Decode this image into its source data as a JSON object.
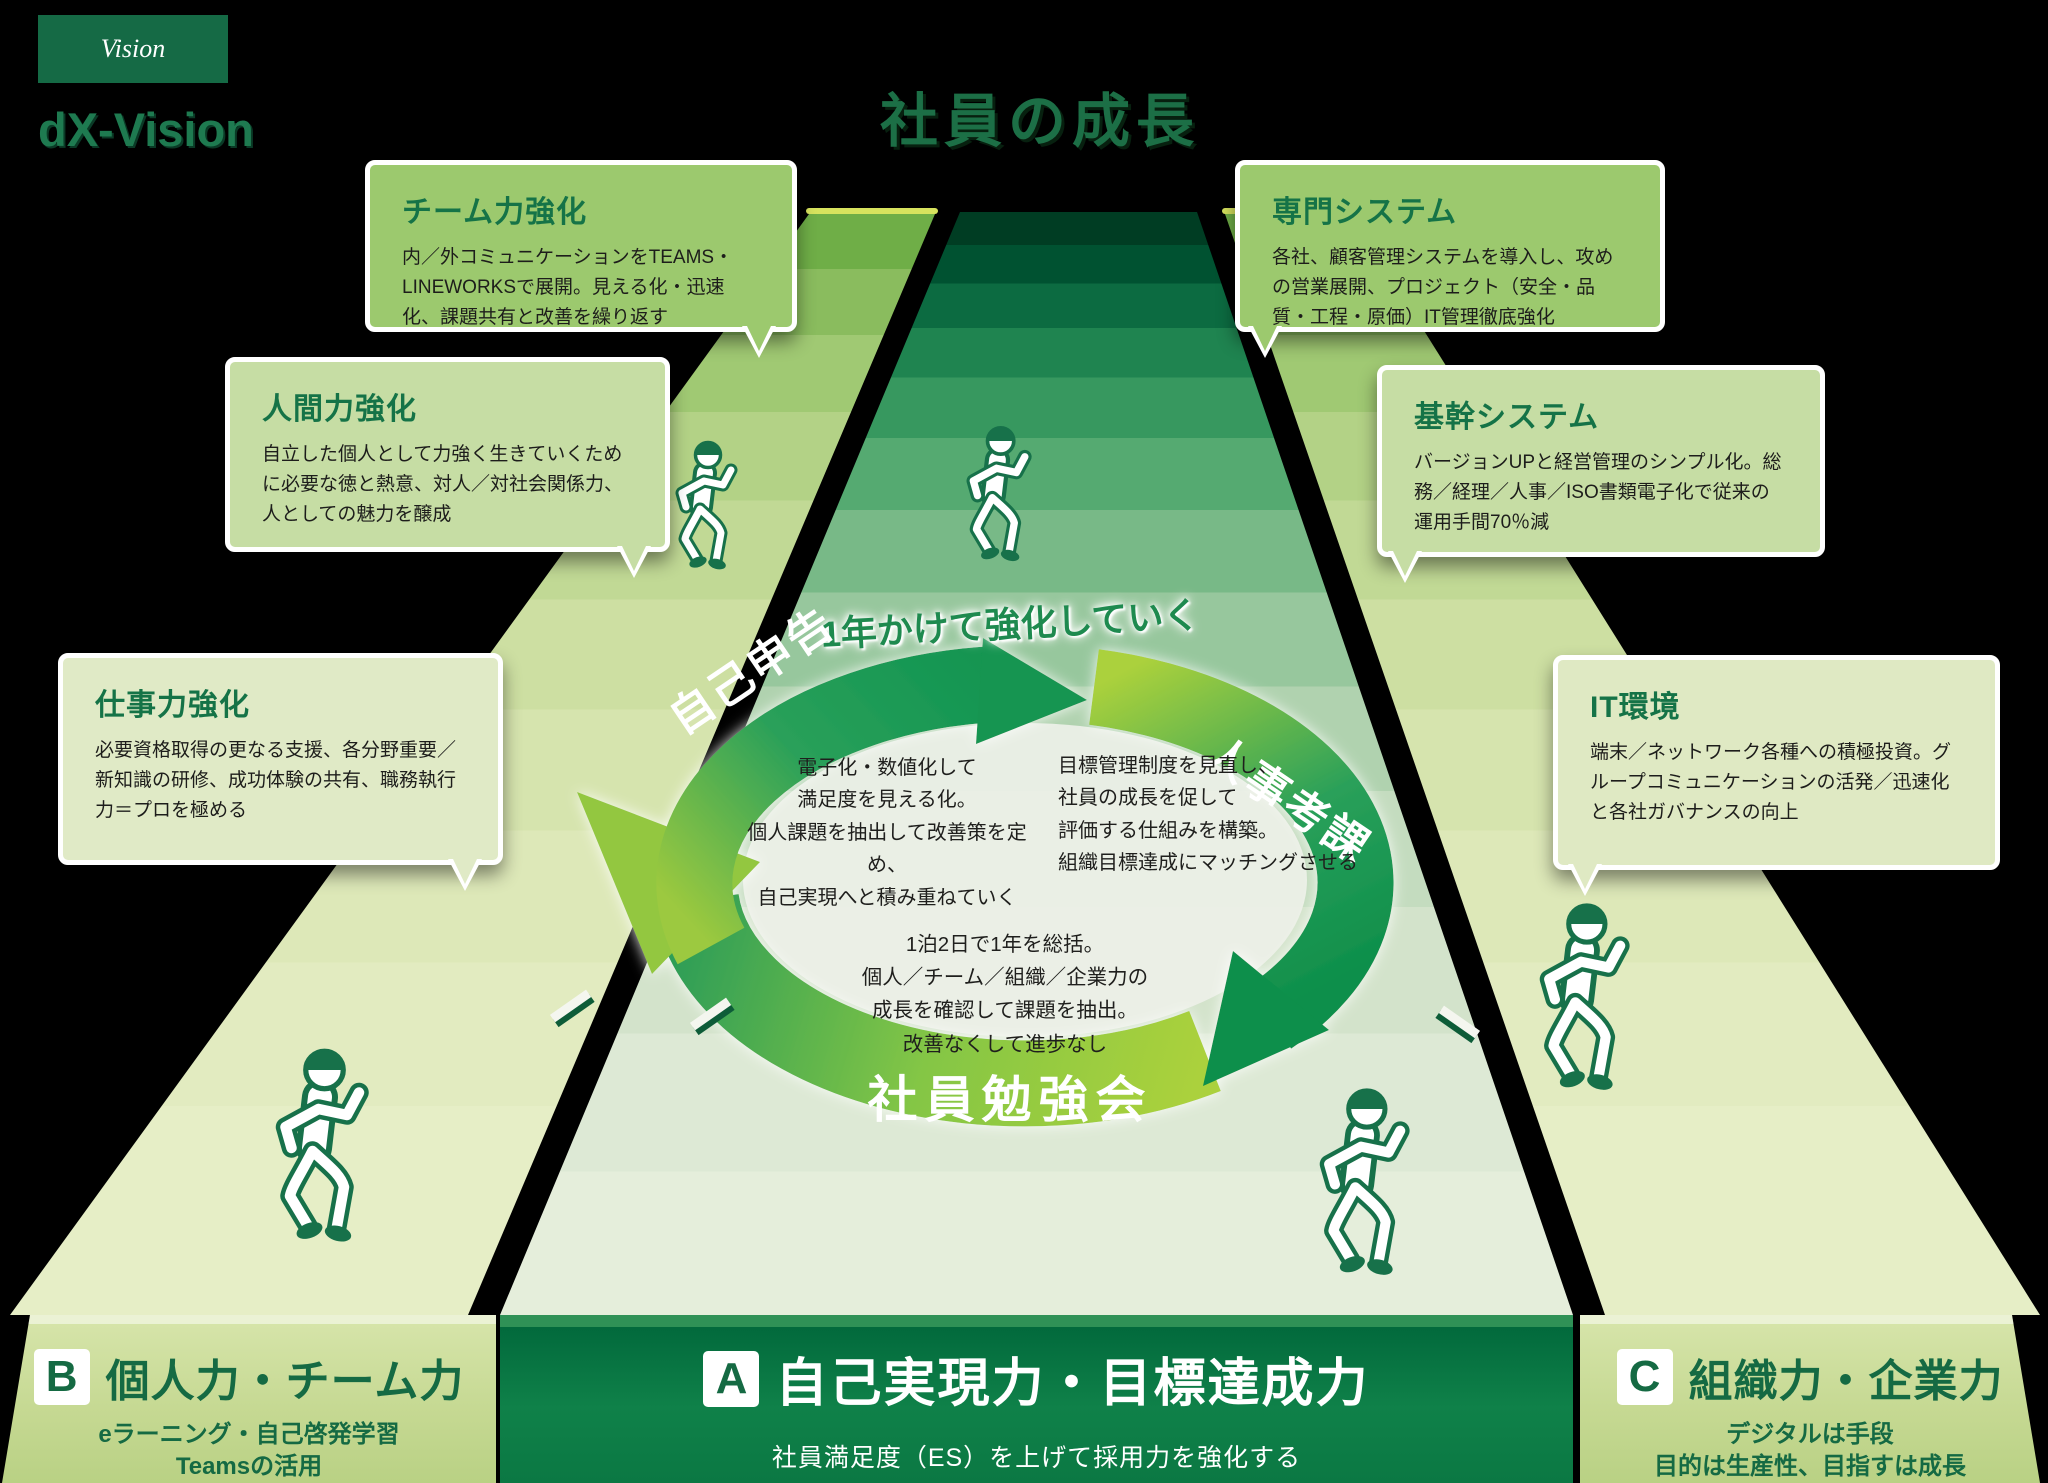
{
  "header": {
    "vision_tag": "Vision",
    "logo": "dX-Vision",
    "title": "社員の成長"
  },
  "callouts": {
    "team": {
      "title": "チーム力強化",
      "body": "内／外コミュニケーションをTEAMS・LINEWORKSで展開。見える化・迅速化、課題共有と改善を繰り返す"
    },
    "human": {
      "title": "人間力強化",
      "body": "自立した個人として力強く生きていくために必要な徳と熱意、対人／対社会関係力、人としての魅力を醸成"
    },
    "work": {
      "title": "仕事力強化",
      "body": "必要資格取得の更なる支援、各分野重要／新知識の研修、成功体験の共有、職務執行力＝プロを極める"
    },
    "pro_system": {
      "title": "専門システム",
      "body": "各社、顧客管理システムを導入し、攻めの営業展開、プロジェクト（安全・品質・工程・原価）IT管理徹底強化"
    },
    "core_system": {
      "title": "基幹システム",
      "body": "バージョンUPと経営管理のシンプル化。総務／経理／人事／ISO書類電子化で従来の運用手間70％減"
    },
    "it_env": {
      "title": "IT環境",
      "body": "端末／ネットワーク各種への積極投資。グループコミュニケーションの活発／迅速化と各社ガバナンスの向上"
    }
  },
  "cycle": {
    "heading": "1年かけて強化していく",
    "self_report_label": "自己申告",
    "hr_review_label": "人事考課",
    "study_label": "社員勉強会",
    "self_report_note": "電子化・数値化して\n満足度を見える化。\n個人課題を抽出して改善策を定め、\n自己実現へと積み重ねていく",
    "hr_review_note": "目標管理制度を見直し、\n社員の成長を促して\n評価する仕組みを構築。\n組織目標達成にマッチングさせる",
    "study_note": "1泊2日で1年を総括。\n個人／チーム／組織／企業力の\n成長を確認して課題を抽出。\n改善なくして進歩なし"
  },
  "lanes": {
    "b": {
      "letter": "B",
      "title": "個人力・チーム力",
      "subtitle": "eラーニング・自己啓発学習\nTeamsの活用"
    },
    "a": {
      "letter": "A",
      "title": "自己実現力・目標達成力",
      "subtitle": "社員満足度（ES）を上げて採用力を強化する"
    },
    "c": {
      "letter": "C",
      "title": "組織力・企業力",
      "subtitle": "デジタルは手段\n目的は生産性、目指すは成長"
    }
  },
  "colors": {
    "background": "#000000",
    "accent_dark_green": "#156a43",
    "title_green": "#1c6f46",
    "callout_green": "#9cc96e",
    "callout_mid_green": "#c6dda4",
    "callout_light_green": "#dfe9c3",
    "cycle_lime": "#abd13c",
    "cycle_green": "#1f9a55",
    "lane_a_face": "#0f8149",
    "lane_bc_face": "#c6d993"
  }
}
